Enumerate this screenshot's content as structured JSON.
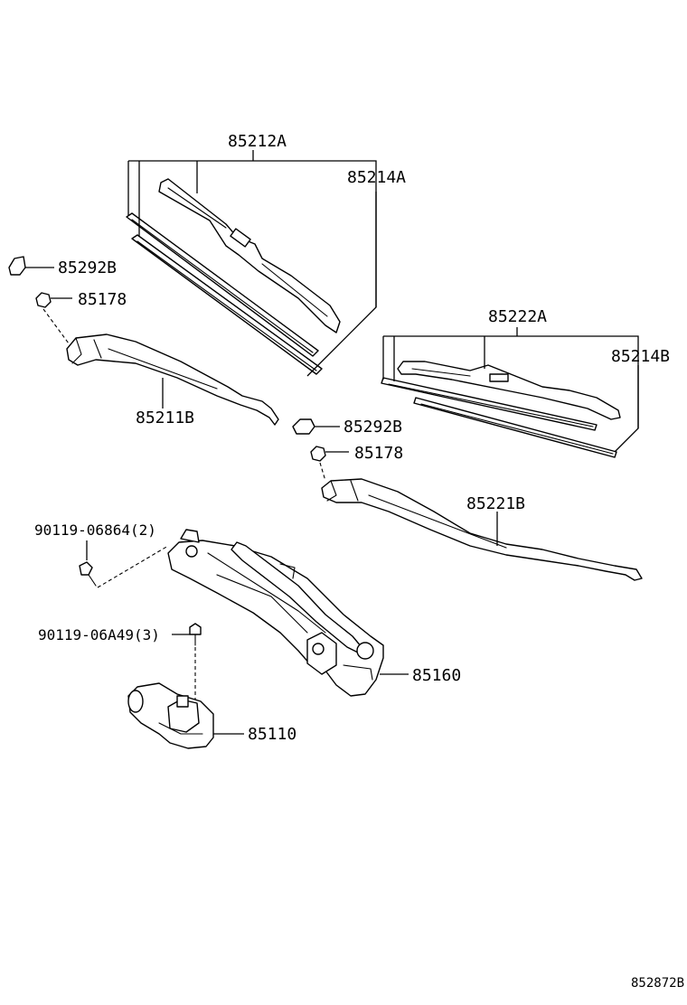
{
  "diagram": {
    "callouts": [
      {
        "id": "85212A",
        "text": "85212A"
      },
      {
        "id": "85214A",
        "text": "85214A"
      },
      {
        "id": "85292B_upper",
        "text": "85292B"
      },
      {
        "id": "85178_upper",
        "text": "85178"
      },
      {
        "id": "85211B",
        "text": "85211B"
      },
      {
        "id": "85222A",
        "text": "85222A"
      },
      {
        "id": "85214B",
        "text": "85214B"
      },
      {
        "id": "85292B_lower",
        "text": "85292B"
      },
      {
        "id": "85178_lower",
        "text": "85178"
      },
      {
        "id": "85221B",
        "text": "85221B"
      },
      {
        "id": "90119-06864",
        "text": "90119-06864(2)"
      },
      {
        "id": "90119-06A49",
        "text": "90119-06A49(3)"
      },
      {
        "id": "85160",
        "text": "85160"
      },
      {
        "id": "85110",
        "text": "85110"
      }
    ],
    "figure_code": "852872B"
  }
}
